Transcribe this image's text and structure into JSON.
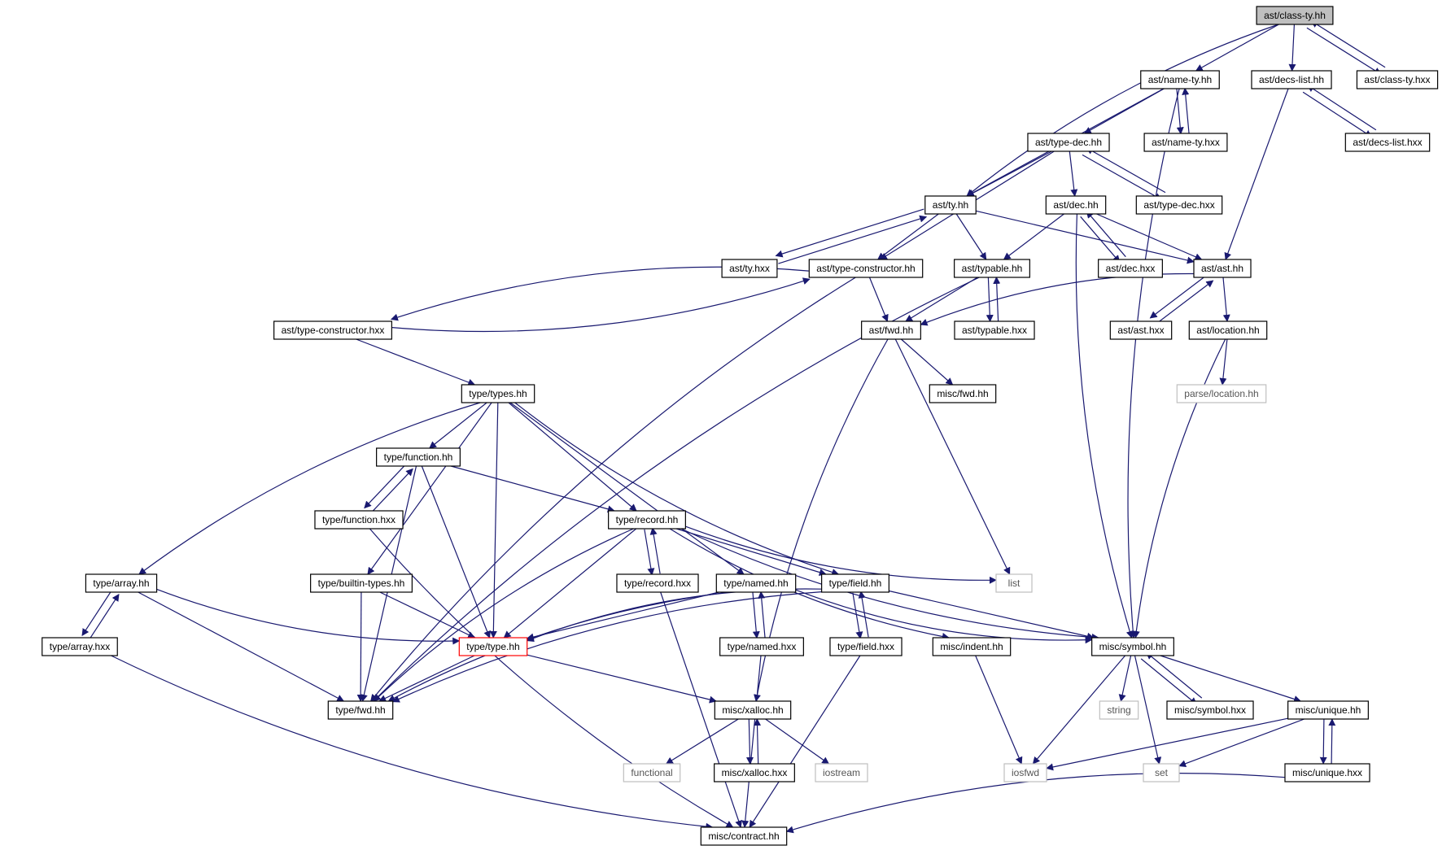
{
  "colors": {
    "edge": "#191970",
    "node_border": "#000000",
    "external_border": "#bfbfbf",
    "root_fill": "#bfbfbf",
    "highlight_border": "#ff0000"
  },
  "nodes": [
    {
      "id": "classty_hh",
      "label": "ast/class-ty.hh",
      "style": "root"
    },
    {
      "id": "namety_hh",
      "label": "ast/name-ty.hh"
    },
    {
      "id": "decslist_hh",
      "label": "ast/decs-list.hh"
    },
    {
      "id": "classty_hxx",
      "label": "ast/class-ty.hxx"
    },
    {
      "id": "typedec_hh",
      "label": "ast/type-dec.hh"
    },
    {
      "id": "namety_hxx",
      "label": "ast/name-ty.hxx"
    },
    {
      "id": "decslist_hxx",
      "label": "ast/decs-list.hxx"
    },
    {
      "id": "ty_hh",
      "label": "ast/ty.hh"
    },
    {
      "id": "dec_hh",
      "label": "ast/dec.hh"
    },
    {
      "id": "typedec_hxx",
      "label": "ast/type-dec.hxx"
    },
    {
      "id": "ty_hxx",
      "label": "ast/ty.hxx"
    },
    {
      "id": "typector_hh",
      "label": "ast/type-constructor.hh"
    },
    {
      "id": "typable_hh",
      "label": "ast/typable.hh"
    },
    {
      "id": "dec_hxx",
      "label": "ast/dec.hxx"
    },
    {
      "id": "ast_hh",
      "label": "ast/ast.hh"
    },
    {
      "id": "typector_hxx",
      "label": "ast/type-constructor.hxx"
    },
    {
      "id": "astfwd_hh",
      "label": "ast/fwd.hh"
    },
    {
      "id": "typable_hxx",
      "label": "ast/typable.hxx"
    },
    {
      "id": "ast_hxx",
      "label": "ast/ast.hxx"
    },
    {
      "id": "location_hh",
      "label": "ast/location.hh"
    },
    {
      "id": "miscfwd_hh",
      "label": "misc/fwd.hh"
    },
    {
      "id": "parseloc_hh",
      "label": "parse/location.hh",
      "style": "ext"
    },
    {
      "id": "types_hh",
      "label": "type/types.hh"
    },
    {
      "id": "function_hh",
      "label": "type/function.hh"
    },
    {
      "id": "function_hxx",
      "label": "type/function.hxx"
    },
    {
      "id": "record_hh",
      "label": "type/record.hh"
    },
    {
      "id": "array_hh",
      "label": "type/array.hh"
    },
    {
      "id": "builtin_hh",
      "label": "type/builtin-types.hh"
    },
    {
      "id": "record_hxx",
      "label": "type/record.hxx"
    },
    {
      "id": "named_hh",
      "label": "type/named.hh"
    },
    {
      "id": "field_hh",
      "label": "type/field.hh"
    },
    {
      "id": "list",
      "label": "list",
      "style": "ext"
    },
    {
      "id": "array_hxx",
      "label": "type/array.hxx"
    },
    {
      "id": "type_hh",
      "label": "type/type.hh",
      "style": "hl"
    },
    {
      "id": "named_hxx",
      "label": "type/named.hxx"
    },
    {
      "id": "field_hxx",
      "label": "type/field.hxx"
    },
    {
      "id": "indent_hh",
      "label": "misc/indent.hh"
    },
    {
      "id": "symbol_hh",
      "label": "misc/symbol.hh"
    },
    {
      "id": "typefwd_hh",
      "label": "type/fwd.hh"
    },
    {
      "id": "xalloc_hh",
      "label": "misc/xalloc.hh"
    },
    {
      "id": "string",
      "label": "string",
      "style": "ext"
    },
    {
      "id": "symbol_hxx",
      "label": "misc/symbol.hxx"
    },
    {
      "id": "unique_hh",
      "label": "misc/unique.hh"
    },
    {
      "id": "functional",
      "label": "functional",
      "style": "ext"
    },
    {
      "id": "xalloc_hxx",
      "label": "misc/xalloc.hxx"
    },
    {
      "id": "iostream",
      "label": "iostream",
      "style": "ext"
    },
    {
      "id": "iosfwd",
      "label": "iosfwd",
      "style": "ext"
    },
    {
      "id": "set",
      "label": "set",
      "style": "ext"
    },
    {
      "id": "unique_hxx",
      "label": "misc/unique.hxx"
    },
    {
      "id": "contract_hh",
      "label": "misc/contract.hh"
    }
  ],
  "edges": [
    [
      "classty_hh",
      "namety_hh"
    ],
    [
      "classty_hh",
      "decslist_hh"
    ],
    [
      "classty_hh",
      "classty_hxx"
    ],
    [
      "classty_hh",
      "ty_hh"
    ],
    [
      "classty_hxx",
      "classty_hh"
    ],
    [
      "namety_hh",
      "typedec_hh"
    ],
    [
      "namety_hh",
      "namety_hxx"
    ],
    [
      "namety_hh",
      "ty_hh"
    ],
    [
      "namety_hh",
      "symbol_hh"
    ],
    [
      "namety_hxx",
      "namety_hh"
    ],
    [
      "decslist_hh",
      "decslist_hxx"
    ],
    [
      "decslist_hh",
      "ast_hh"
    ],
    [
      "decslist_hxx",
      "decslist_hh"
    ],
    [
      "typedec_hh",
      "ty_hh"
    ],
    [
      "typedec_hh",
      "dec_hh"
    ],
    [
      "typedec_hh",
      "typedec_hxx"
    ],
    [
      "typedec_hh",
      "typector_hh"
    ],
    [
      "typedec_hxx",
      "typedec_hh"
    ],
    [
      "ty_hh",
      "ty_hxx"
    ],
    [
      "ty_hh",
      "typector_hh"
    ],
    [
      "ty_hh",
      "typable_hh"
    ],
    [
      "ty_hh",
      "ast_hh"
    ],
    [
      "ty_hxx",
      "ty_hh"
    ],
    [
      "dec_hh",
      "typable_hh"
    ],
    [
      "dec_hh",
      "dec_hxx"
    ],
    [
      "dec_hh",
      "ast_hh"
    ],
    [
      "dec_hh",
      "symbol_hh"
    ],
    [
      "dec_hxx",
      "dec_hh"
    ],
    [
      "typector_hh",
      "typector_hxx"
    ],
    [
      "typector_hh",
      "astfwd_hh"
    ],
    [
      "typector_hh",
      "typefwd_hh"
    ],
    [
      "typector_hxx",
      "typector_hh"
    ],
    [
      "typector_hxx",
      "types_hh"
    ],
    [
      "typable_hh",
      "astfwd_hh"
    ],
    [
      "typable_hh",
      "typable_hxx"
    ],
    [
      "typable_hh",
      "typefwd_hh"
    ],
    [
      "typable_hxx",
      "typable_hh"
    ],
    [
      "ast_hh",
      "astfwd_hh"
    ],
    [
      "ast_hh",
      "ast_hxx"
    ],
    [
      "ast_hh",
      "location_hh"
    ],
    [
      "ast_hxx",
      "ast_hh"
    ],
    [
      "location_hh",
      "parseloc_hh"
    ],
    [
      "location_hh",
      "symbol_hh"
    ],
    [
      "astfwd_hh",
      "miscfwd_hh"
    ],
    [
      "astfwd_hh",
      "list"
    ],
    [
      "astfwd_hh",
      "xalloc_hh"
    ],
    [
      "types_hh",
      "function_hh"
    ],
    [
      "types_hh",
      "record_hh"
    ],
    [
      "types_hh",
      "array_hh"
    ],
    [
      "types_hh",
      "builtin_hh"
    ],
    [
      "types_hh",
      "type_hh"
    ],
    [
      "types_hh",
      "named_hh"
    ],
    [
      "types_hh",
      "field_hh"
    ],
    [
      "function_hh",
      "function_hxx"
    ],
    [
      "function_hh",
      "record_hh"
    ],
    [
      "function_hh",
      "type_hh"
    ],
    [
      "function_hh",
      "typefwd_hh"
    ],
    [
      "function_hxx",
      "function_hh"
    ],
    [
      "function_hxx",
      "contract_hh"
    ],
    [
      "record_hh",
      "record_hxx"
    ],
    [
      "record_hh",
      "type_hh"
    ],
    [
      "record_hh",
      "typefwd_hh"
    ],
    [
      "record_hh",
      "field_hh"
    ],
    [
      "record_hh",
      "list"
    ],
    [
      "record_hh",
      "indent_hh"
    ],
    [
      "record_hh",
      "symbol_hh"
    ],
    [
      "record_hxx",
      "record_hh"
    ],
    [
      "record_hxx",
      "contract_hh"
    ],
    [
      "array_hh",
      "array_hxx"
    ],
    [
      "array_hh",
      "type_hh"
    ],
    [
      "array_hh",
      "typefwd_hh"
    ],
    [
      "array_hxx",
      "array_hh"
    ],
    [
      "array_hxx",
      "contract_hh"
    ],
    [
      "builtin_hh",
      "type_hh"
    ],
    [
      "builtin_hh",
      "typefwd_hh"
    ],
    [
      "named_hh",
      "named_hxx"
    ],
    [
      "named_hh",
      "type_hh"
    ],
    [
      "named_hh",
      "typefwd_hh"
    ],
    [
      "named_hh",
      "symbol_hh"
    ],
    [
      "named_hxx",
      "named_hh"
    ],
    [
      "named_hxx",
      "contract_hh"
    ],
    [
      "field_hh",
      "field_hxx"
    ],
    [
      "field_hh",
      "type_hh"
    ],
    [
      "field_hh",
      "typefwd_hh"
    ],
    [
      "field_hh",
      "symbol_hh"
    ],
    [
      "field_hxx",
      "field_hh"
    ],
    [
      "field_hxx",
      "contract_hh"
    ],
    [
      "type_hh",
      "typefwd_hh"
    ],
    [
      "type_hh",
      "xalloc_hh"
    ],
    [
      "xalloc_hh",
      "functional"
    ],
    [
      "xalloc_hh",
      "xalloc_hxx"
    ],
    [
      "xalloc_hh",
      "iostream"
    ],
    [
      "xalloc_hxx",
      "xalloc_hh"
    ],
    [
      "indent_hh",
      "iosfwd"
    ],
    [
      "symbol_hh",
      "string"
    ],
    [
      "symbol_hh",
      "symbol_hxx"
    ],
    [
      "symbol_hh",
      "unique_hh"
    ],
    [
      "symbol_hh",
      "iosfwd"
    ],
    [
      "symbol_hh",
      "set"
    ],
    [
      "symbol_hxx",
      "symbol_hh"
    ],
    [
      "unique_hh",
      "unique_hxx"
    ],
    [
      "unique_hh",
      "iosfwd"
    ],
    [
      "unique_hh",
      "set"
    ],
    [
      "unique_hxx",
      "unique_hh"
    ],
    [
      "unique_hxx",
      "contract_hh"
    ]
  ]
}
